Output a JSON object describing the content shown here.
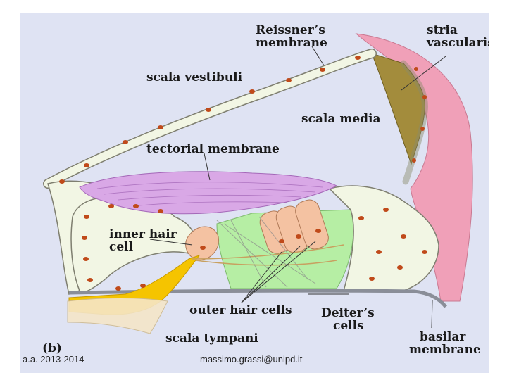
{
  "figure": {
    "panel_letter": "(b)",
    "labels": {
      "reissners_membrane_1": "Reissner’s",
      "reissners_membrane_2": "membrane",
      "stria_vascularis_1": "stria",
      "stria_vascularis_2": "vascularis",
      "scala_vestibuli": "scala vestibuli",
      "scala_media": "scala media",
      "tectorial_membrane": "tectorial membrane",
      "inner_hair_cell_1": "inner hair",
      "inner_hair_cell_2": "cell",
      "outer_hair_cells": "outer hair cells",
      "deiters_cells_1": "Deiter’s",
      "deiters_cells_2": "cells",
      "scala_tympani": "scala tympani",
      "basilar_membrane_1": "basilar",
      "basilar_membrane_2": "membrane"
    },
    "colors": {
      "background": "#dfe3f3",
      "stria_pink": "#f0a0b8",
      "stria_olive": "#a38c3c",
      "tectorial": "#d9a8e6",
      "hair_cell": "#f4c2a2",
      "supporting_green": "#b6eea4",
      "nerve_yellow": "#f5c400",
      "nucleus": "#c04a1a",
      "cell_fill": "#f2f6e4"
    }
  },
  "footer": {
    "course_year": "a.a. 2013-2014",
    "email": "massimo.grassi@unipd.it"
  }
}
